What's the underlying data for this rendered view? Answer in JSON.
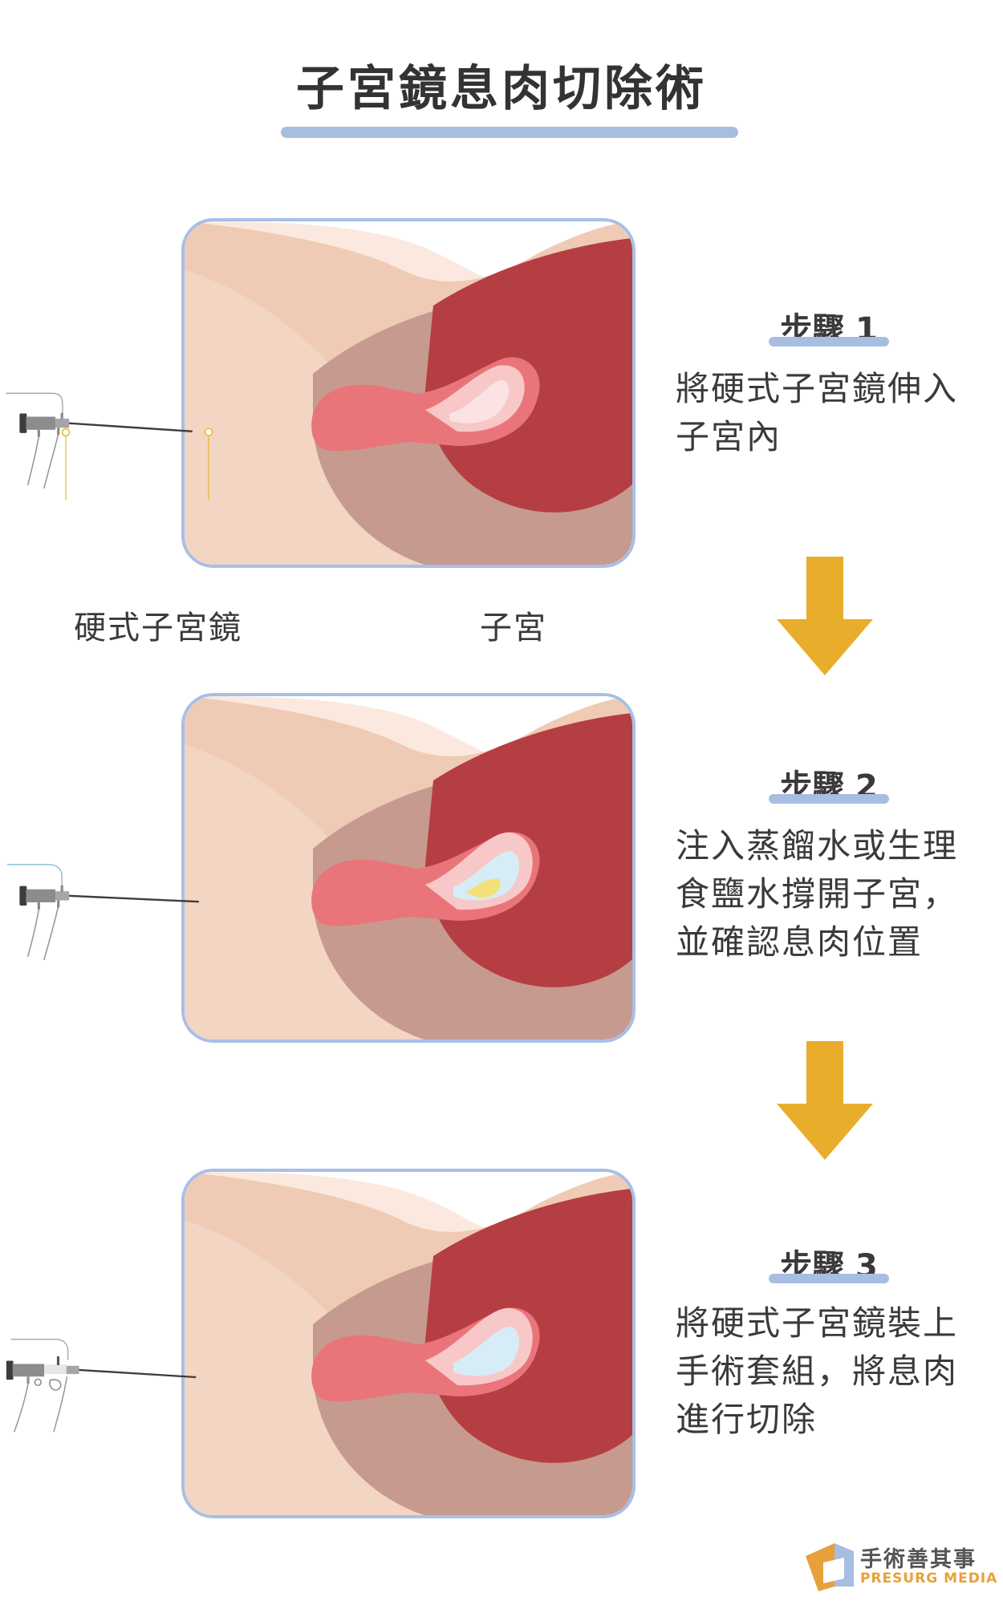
{
  "title": "子宮鏡息肉切除術",
  "labels": {
    "scope": "硬式子宮鏡",
    "uterus": "子宮"
  },
  "steps": [
    {
      "heading": "步驟 1",
      "lines": [
        "將硬式子宮鏡伸入",
        "子宮內"
      ]
    },
    {
      "heading": "步驟 2",
      "lines": [
        "注入蒸餾水或生理",
        "食鹽水撐開子宮，",
        "並確認息肉位置"
      ]
    },
    {
      "heading": "步驟 3",
      "lines": [
        "將硬式子宮鏡裝上",
        "手術套組，將息肉",
        "進行切除"
      ]
    }
  ],
  "brand": {
    "name_cn": "手術善其事",
    "name_en": "PRESURG MEDIA"
  },
  "colors": {
    "accent_blue": "#a7bde2",
    "arrow": "#e8ad2a",
    "uterus": "#b53e43",
    "skin": "#efcbb5",
    "callout": "#f0b92a"
  }
}
